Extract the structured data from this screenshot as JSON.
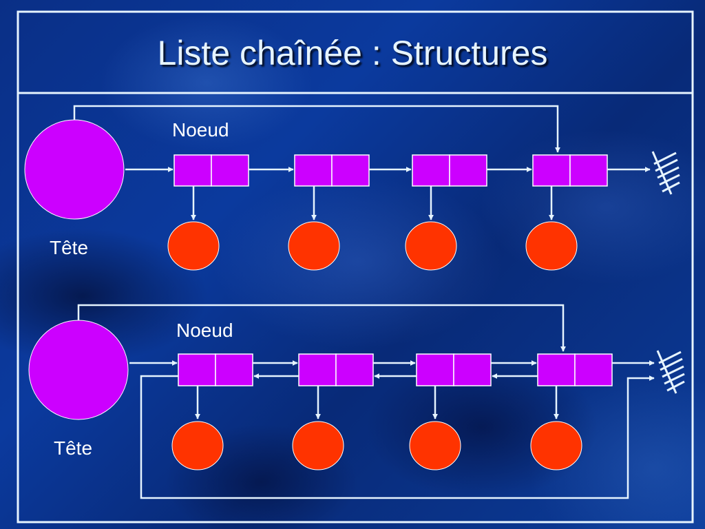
{
  "slide": {
    "title": "Liste chaînée : Structures"
  },
  "diagrams": [
    {
      "head_label": "Tête",
      "node_label": "Noeud"
    },
    {
      "head_label": "Tête",
      "node_label": "Noeud"
    }
  ],
  "colors": {
    "node": "#cc00ff",
    "data": "#ff3300",
    "line": "#e6f4ff"
  }
}
